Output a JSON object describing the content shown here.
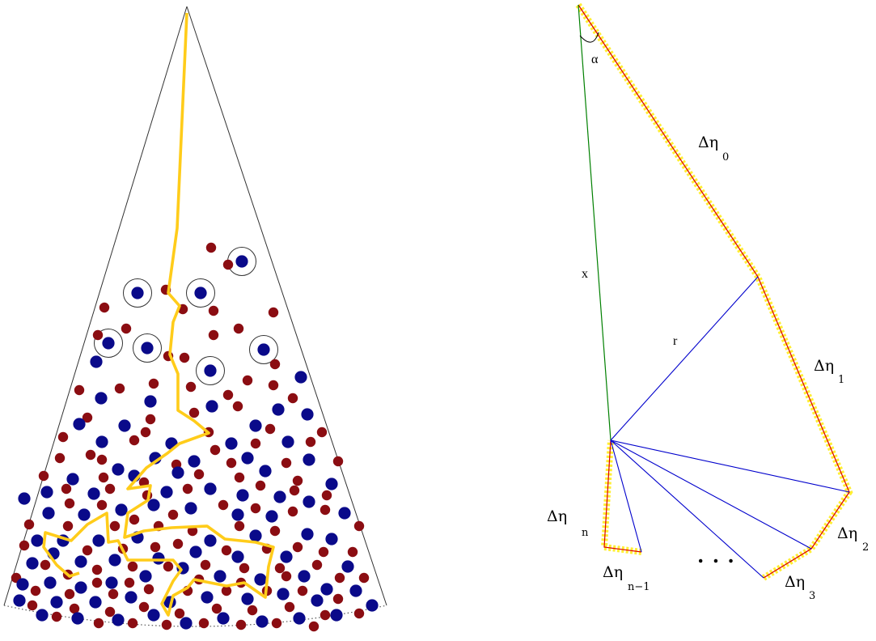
{
  "left_panel": {
    "colors": {
      "outline": "#333333",
      "path": "#ffcc1a",
      "red_particle": "#8b0d12",
      "blue_particle": "#0a0a8a",
      "circle": "#333333"
    }
  },
  "right_panel": {
    "labels": {
      "alpha": "α",
      "x": "x",
      "r": "r",
      "eta0_main": "Δη",
      "eta0_sub": "0",
      "eta1_main": "Δη",
      "eta1_sub": "1",
      "eta2_main": "Δη",
      "eta2_sub": "2",
      "eta3_main": "Δη",
      "eta3_sub": "3",
      "etan1_main": "Δη",
      "etan1_sub": "n−1",
      "etan_main": "Δη",
      "etan_sub": "n",
      "dots": ". . ."
    },
    "colors": {
      "green": "#008000",
      "blue": "#0000cc",
      "red": "#dd0000",
      "yellow": "#ffee33"
    }
  }
}
